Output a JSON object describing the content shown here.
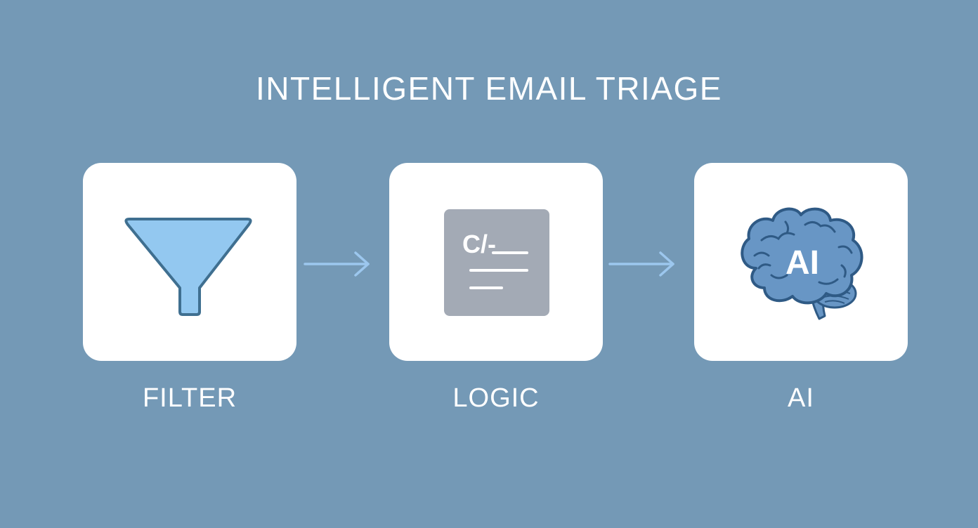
{
  "title": "INTELLIGENT EMAIL TRIAGE",
  "steps": [
    {
      "label": "FILTER",
      "icon": "funnel-icon"
    },
    {
      "label": "LOGIC",
      "icon": "code-document-icon",
      "icon_text": "C/-"
    },
    {
      "label": "AI",
      "icon": "brain-icon",
      "icon_text": "AI"
    }
  ],
  "colors": {
    "background": "#7499b6",
    "card": "#ffffff",
    "funnel_fill": "#93c8f0",
    "funnel_stroke": "#3f6f90",
    "code_panel": "#a3aab5",
    "brain_fill": "#6896c5",
    "brain_stroke": "#2f5a85",
    "arrow": "#9cc7ee",
    "text": "#ffffff"
  }
}
